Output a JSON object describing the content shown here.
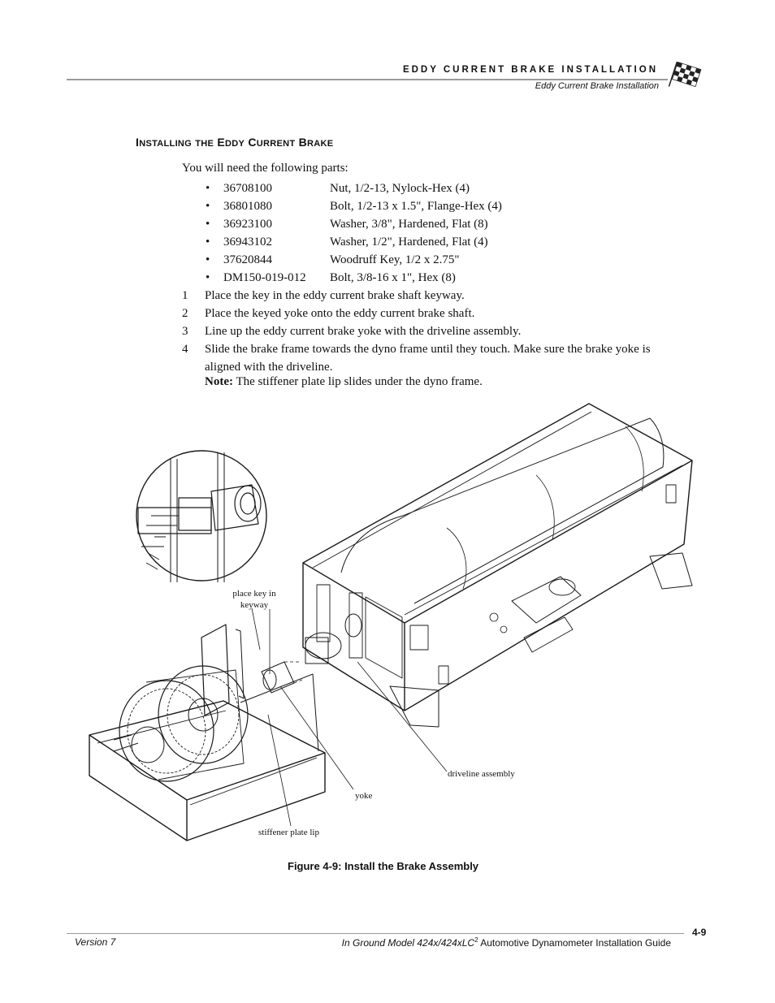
{
  "header": {
    "chapter": "EDDY CURRENT BRAKE INSTALLATION",
    "section": "Eddy Current Brake Installation",
    "logo": "checkered-flag-icon"
  },
  "section_title": {
    "w1_first": "I",
    "w1_rest": "NSTALLING",
    "w2": "THE",
    "w3_first": "E",
    "w3_rest": "DDY",
    "w4_first": "C",
    "w4_rest": "URRENT",
    "w5_first": "B",
    "w5_rest": "RAKE"
  },
  "intro": "You will need the following parts:",
  "parts": [
    {
      "number": "36708100",
      "description": "Nut, 1/2-13, Nylock-Hex (4)"
    },
    {
      "number": "36801080",
      "description": "Bolt, 1/2-13 x 1.5\", Flange-Hex (4)"
    },
    {
      "number": "36923100",
      "description": "Washer, 3/8\", Hardened, Flat (8)"
    },
    {
      "number": "36943102",
      "description": "Washer, 1/2\", Hardened, Flat (4)"
    },
    {
      "number": "37620844",
      "description": "Woodruff Key, 1/2 x 2.75\""
    },
    {
      "number": "DM150-019-012",
      "description": "Bolt, 3/8-16 x 1\", Hex (8)"
    }
  ],
  "bullet": "•",
  "steps": [
    {
      "num": "1",
      "text": "Place the key in the eddy current brake shaft keyway."
    },
    {
      "num": "2",
      "text": "Place the keyed yoke onto the eddy current brake shaft."
    },
    {
      "num": "3",
      "text": "Line up the eddy current brake yoke with the driveline assembly."
    },
    {
      "num": "4",
      "text": "Slide the brake frame towards the dyno frame until they touch. Make sure the brake yoke is aligned with the driveline."
    }
  ],
  "note": {
    "label": "Note:",
    "text": " The stiffener plate lip slides under the dyno frame."
  },
  "figure": {
    "callouts": {
      "key": "place key in keyway",
      "driveline": "driveline assembly",
      "yoke": "yoke",
      "lip": "stiffener plate lip"
    },
    "caption": "Figure 4-9: Install the Brake Assembly"
  },
  "footer": {
    "version": "Version 7",
    "title_pre": "In Ground Model 424x/424xLC",
    "title_sup": "2",
    "title_post": " Automotive Dynamometer Installation Guide",
    "page": "4-9"
  }
}
